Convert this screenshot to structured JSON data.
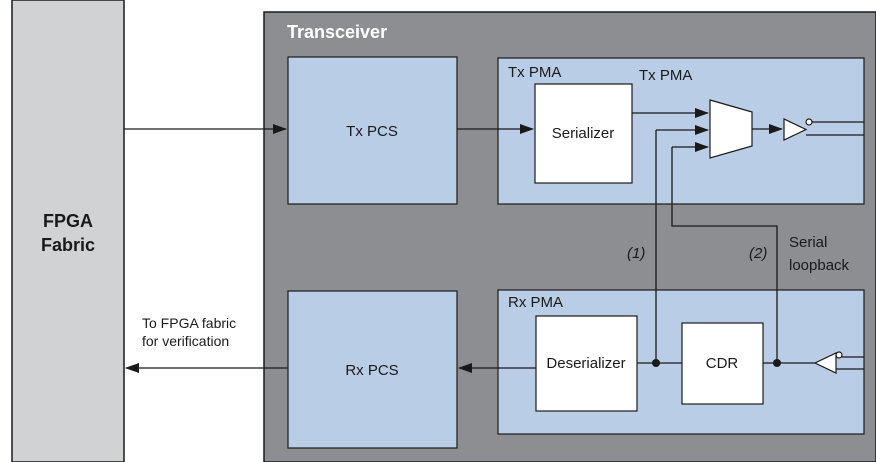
{
  "fpga_fabric": {
    "label_line1": "FPGA",
    "label_line2": "Fabric"
  },
  "transceiver": {
    "title": "Transceiver"
  },
  "tx_pcs": {
    "label": "Tx PCS"
  },
  "rx_pcs": {
    "label": "Rx PCS"
  },
  "tx_pma": {
    "label": "Tx PMA",
    "label_secondary": "Tx PMA",
    "serializer_label": "Serializer"
  },
  "rx_pma": {
    "label": "Rx PMA",
    "deserializer_label": "Deserializer",
    "cdr_label": "CDR"
  },
  "loopback": {
    "path1_label": "(1)",
    "path2_label": "(2)",
    "serial_line1": "Serial",
    "serial_line2": "loopback"
  },
  "to_fabric": {
    "line1": "To FPGA fabric",
    "line2": "for verification"
  },
  "colors": {
    "fabric_fill": "#d0d2d3",
    "transceiver_fill": "#8c8e91",
    "block_fill": "#b9cde6",
    "pma_fill": "#b9cde6",
    "white_fill": "#ffffff",
    "title_color": "#ffffff",
    "line_color": "#1a1a1a"
  }
}
